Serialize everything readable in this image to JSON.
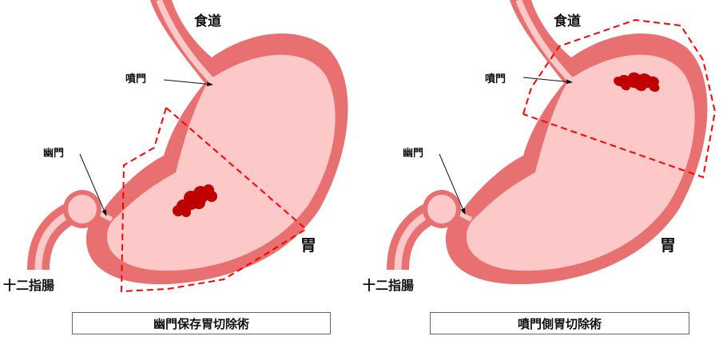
{
  "colors": {
    "wall": "#e87070",
    "lumen": "#fcc8c8",
    "tumor": "#c00000",
    "cut_line": "#ff0000"
  },
  "panels": [
    {
      "labels": {
        "esophagus": "食道",
        "cardia": "噴門",
        "pylorus": "幽門",
        "stomach": "胃",
        "duodenum": "十二指腸"
      },
      "caption": "幽門保存胃切除術"
    },
    {
      "labels": {
        "esophagus": "食道",
        "cardia": "噴門",
        "pylorus": "幽門",
        "stomach": "胃",
        "duodenum": "十二指腸"
      },
      "caption": "噴門側胃切除術"
    }
  ]
}
